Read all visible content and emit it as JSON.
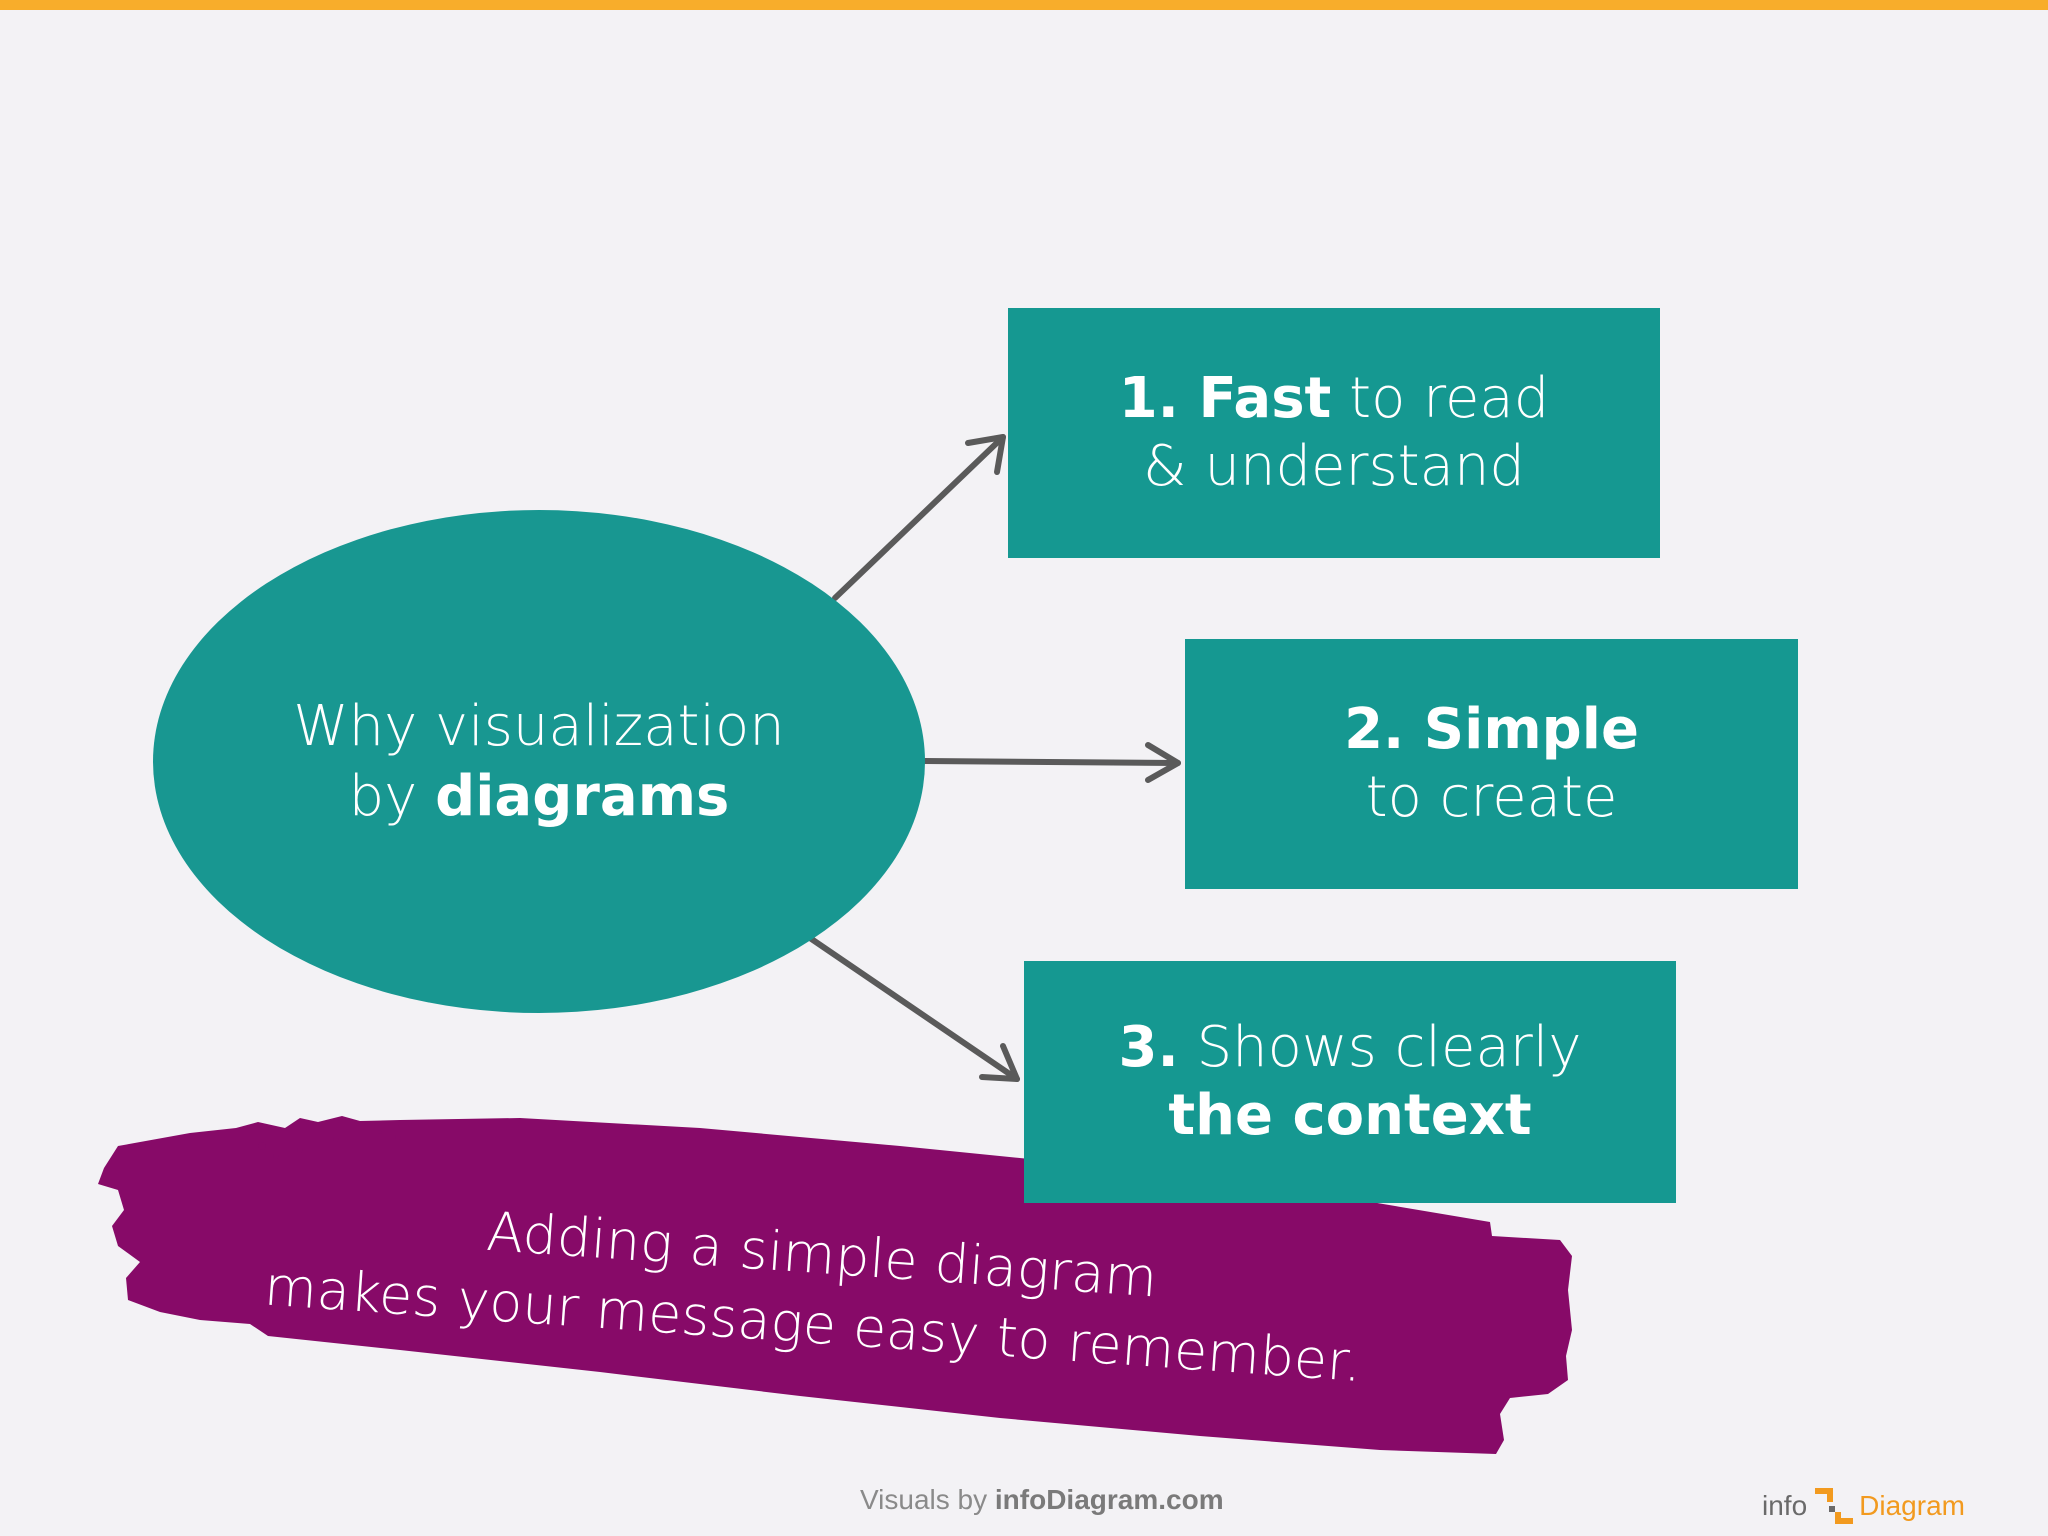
{
  "center": {
    "line1": "Why visualization",
    "line2_prefix": "by ",
    "line2_bold": "diagrams"
  },
  "boxes": [
    {
      "bold": "1. Fast",
      "rest": " to read",
      "line2": "& understand"
    },
    {
      "bold": "2. Simple",
      "line2": "to create"
    },
    {
      "bold": "3.",
      "rest": " Shows clearly",
      "line2_bold": "the context"
    }
  ],
  "banner": {
    "line1": "Adding a simple diagram",
    "line2": "makes your message easy to remember."
  },
  "footer": {
    "prefix": "Visuals by ",
    "brand": "infoDiagram.com"
  },
  "logo": {
    "info": "info",
    "diagram": "Diagram"
  },
  "colors": {
    "accent_bar": "#f8ad2b",
    "teal": "#189791",
    "banner": "#870a68",
    "arrow": "#5a5a5a"
  }
}
